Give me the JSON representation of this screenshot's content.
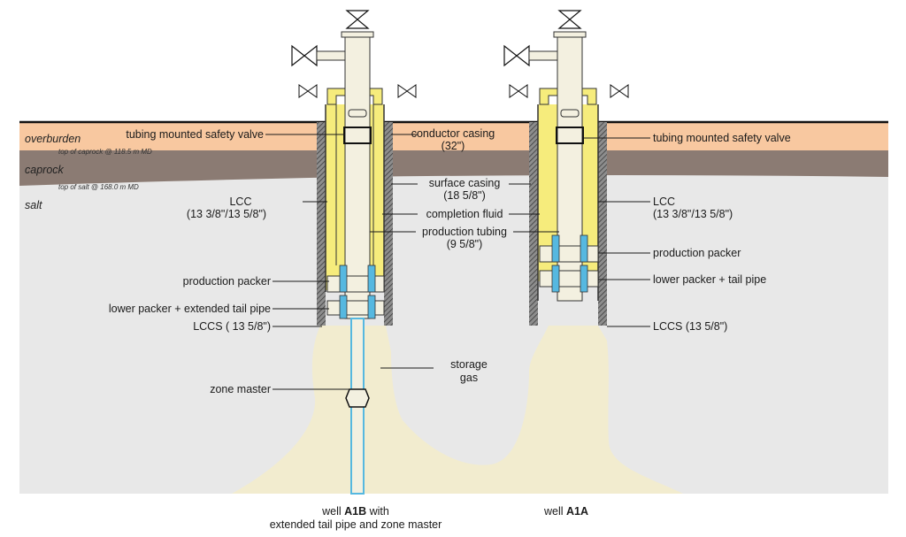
{
  "layers": {
    "overburden": "overburden",
    "caprock": "caprock",
    "salt": "salt",
    "caprock_top": "top of caprock @ 118.5 m MD",
    "salt_top": "top of salt @ 168.0 m MD"
  },
  "labels": {
    "tsv_left": "tubing mounted safety valve",
    "tsv_right": "tubing mounted safety valve",
    "conductor_1": "conductor casing",
    "conductor_2": "(32\")",
    "surface_1": "surface casing",
    "surface_2": "(18 5/8\")",
    "completion_fluid": "completion fluid",
    "prod_tubing_1": "production tubing",
    "prod_tubing_2": "(9 5/8\")",
    "lcc_left_1": "LCC",
    "lcc_left_2": "(13 3/8\"/13 5/8\")",
    "lcc_right_1": "LCC",
    "lcc_right_2": "(13 3/8\"/13 5/8\")",
    "prod_packer_left": "production packer",
    "prod_packer_right": "production packer",
    "lower_packer_left": "lower packer + extended tail pipe",
    "lower_packer_right": "lower packer + tail pipe",
    "lccs_left": "LCCS ( 13 5/8\")",
    "lccs_right": "LCCS (13 5/8\")",
    "storage_1": "storage",
    "storage_2": "gas",
    "zone_master": "zone master"
  },
  "captions": {
    "left_prefix": "well ",
    "left_bold": "A1B",
    "left_suffix": " with",
    "left_line2": "extended tail pipe and zone master",
    "right_prefix": "well ",
    "right_bold": "A1A"
  },
  "colors": {
    "overburden": "#f8c8a0",
    "caprock": "#8b7b73",
    "salt": "#e8e8e8",
    "cavern_gas": "#f2eccf",
    "annulus_fluid": "#f6ec7c",
    "tubing": "#f3f0e0",
    "pipe_wall": "#56b8e0",
    "casing_cement": "#6b6b6b"
  }
}
